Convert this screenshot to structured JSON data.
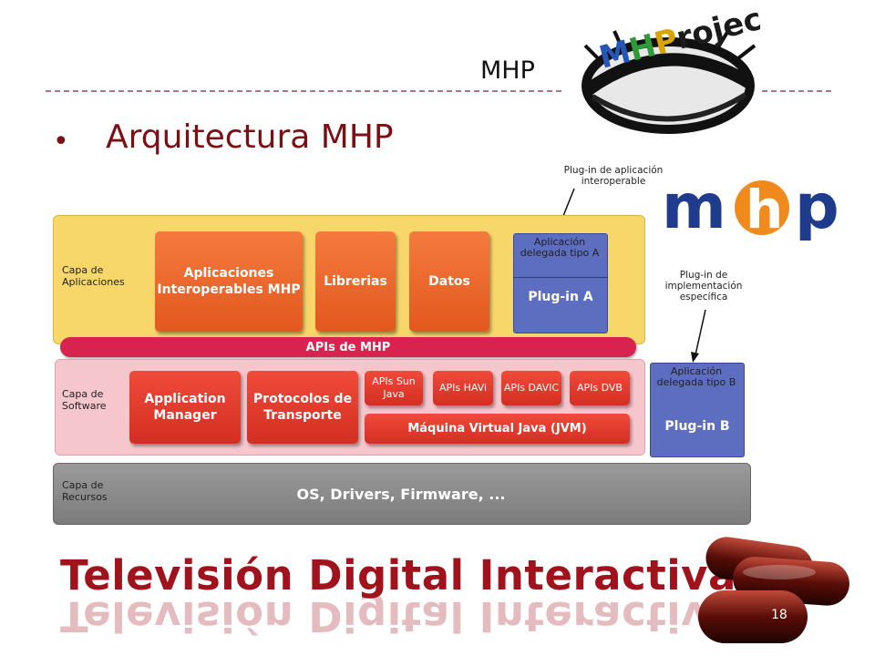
{
  "header": {
    "title": "MHP"
  },
  "logo_project": {
    "text": "MHProject"
  },
  "bullet": {
    "symbol": "•",
    "text": "Arquitectura MHP"
  },
  "diagram": {
    "layers": {
      "applications": {
        "label": "Capa de Aplicaciones"
      },
      "apis_bar": {
        "label": "APIs de MHP"
      },
      "software": {
        "label": "Capa de Software"
      },
      "resources": {
        "label": "Capa de Recursos",
        "box": "OS, Drivers, Firmware, ..."
      }
    },
    "app_boxes": {
      "interop": "Aplicaciones Interoperables MHP",
      "librerias": "Librerias",
      "datos": "Datos"
    },
    "plugin_a": {
      "top": "Aplicación delegada tipo A",
      "bottom": "Plug-in A"
    },
    "software_boxes": {
      "app_manager": "Application Manager",
      "protocolos": "Protocolos de Transporte",
      "apis": [
        "APIs Sun Java",
        "APIs HAVi",
        "APIs DAVIC",
        "APIs DVB"
      ],
      "jvm": "Máquina Virtual Java (JVM)"
    },
    "plugin_b": {
      "top": "Aplicación delegada tipo B",
      "bottom": "Plug-in B"
    },
    "annotations": {
      "plugin_app": "Plug-in de aplicación interoperable",
      "plugin_impl": "Plug-in de implementación específica"
    }
  },
  "mhp_logo": {
    "text": "mhp"
  },
  "footer": {
    "title": "Televisión Digital Interactiva",
    "page_number": "18"
  },
  "colors": {
    "accent": "#7a0f14",
    "footer_title": "#a0121c",
    "app_layer": "#f7d66a",
    "software_layer": "#f5c6cc",
    "resources_layer": "#8c8c8c",
    "apis_bar": "#d9234f",
    "plugin_blue": "#5d6dbf",
    "logo_blue": "#1e3b8c",
    "logo_orange": "#f08a1c"
  }
}
